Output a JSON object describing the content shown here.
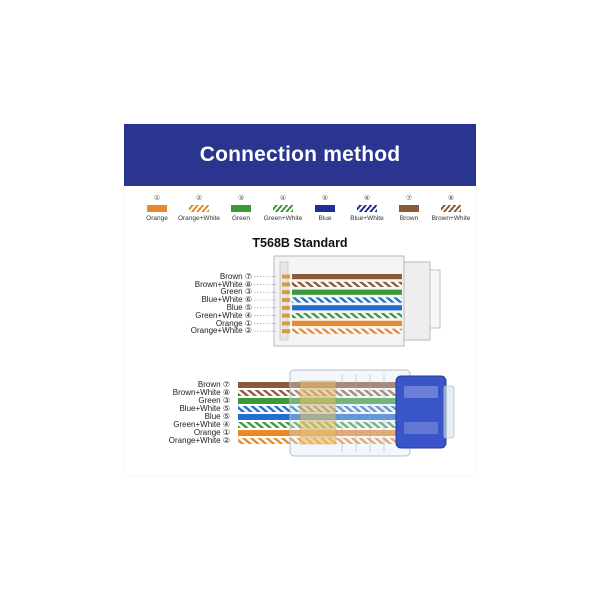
{
  "banner": {
    "title": "Connection method",
    "color": "#2a3590"
  },
  "legend": [
    {
      "num": "①",
      "label": "Orange",
      "color": "#e88a2a",
      "striped": false
    },
    {
      "num": "②",
      "label": "Orange+White",
      "color": "#e88a2a",
      "striped": true
    },
    {
      "num": "③",
      "label": "Green",
      "color": "#3a9a3a",
      "striped": false
    },
    {
      "num": "④",
      "label": "Green+White",
      "color": "#3a9a3a",
      "striped": true
    },
    {
      "num": "⑤",
      "label": "Blue",
      "color": "#1f2f9a",
      "striped": false
    },
    {
      "num": "⑥",
      "label": "Blue+White",
      "color": "#1f2f9a",
      "striped": true
    },
    {
      "num": "⑦",
      "label": "Brown",
      "color": "#8b5a3a",
      "striped": false
    },
    {
      "num": "⑧",
      "label": "Brown+White",
      "color": "#8b5a3a",
      "striped": true
    }
  ],
  "standard_title": "T568B Standard",
  "wires_top": [
    {
      "label": "Brown ⑦",
      "color": "#8b5a3a",
      "striped": false
    },
    {
      "label": "Brown+White ⑧",
      "color": "#8b5a3a",
      "striped": true
    },
    {
      "label": "Green ③",
      "color": "#3a9a3a",
      "striped": false
    },
    {
      "label": "Blue+White ⑥",
      "color": "#1f6fd0",
      "striped": true
    },
    {
      "label": "Blue ⑤",
      "color": "#1f6fd0",
      "striped": false
    },
    {
      "label": "Green+White ④",
      "color": "#3a9a3a",
      "striped": true
    },
    {
      "label": "Orange ①",
      "color": "#e88a2a",
      "striped": false
    },
    {
      "label": "Orange+White ②",
      "color": "#e88a2a",
      "striped": true
    }
  ],
  "wires_bottom": [
    {
      "label": "Brown ⑦",
      "color": "#8b5a3a",
      "striped": false
    },
    {
      "label": "Brown+White ⑧",
      "color": "#8b5a3a",
      "striped": true
    },
    {
      "label": "Green ③",
      "color": "#3a9a3a",
      "striped": false
    },
    {
      "label": "Blue+White ⑤",
      "color": "#1f6fd0",
      "striped": true
    },
    {
      "label": "Blue ⑤",
      "color": "#1f6fd0",
      "striped": false
    },
    {
      "label": "Green+White ④",
      "color": "#3a9a3a",
      "striped": true
    },
    {
      "label": "Orange ①",
      "color": "#e88a2a",
      "striped": false
    },
    {
      "label": "Orange+White ②",
      "color": "#e88a2a",
      "striped": true
    }
  ],
  "connector_color": "#3a55c8"
}
